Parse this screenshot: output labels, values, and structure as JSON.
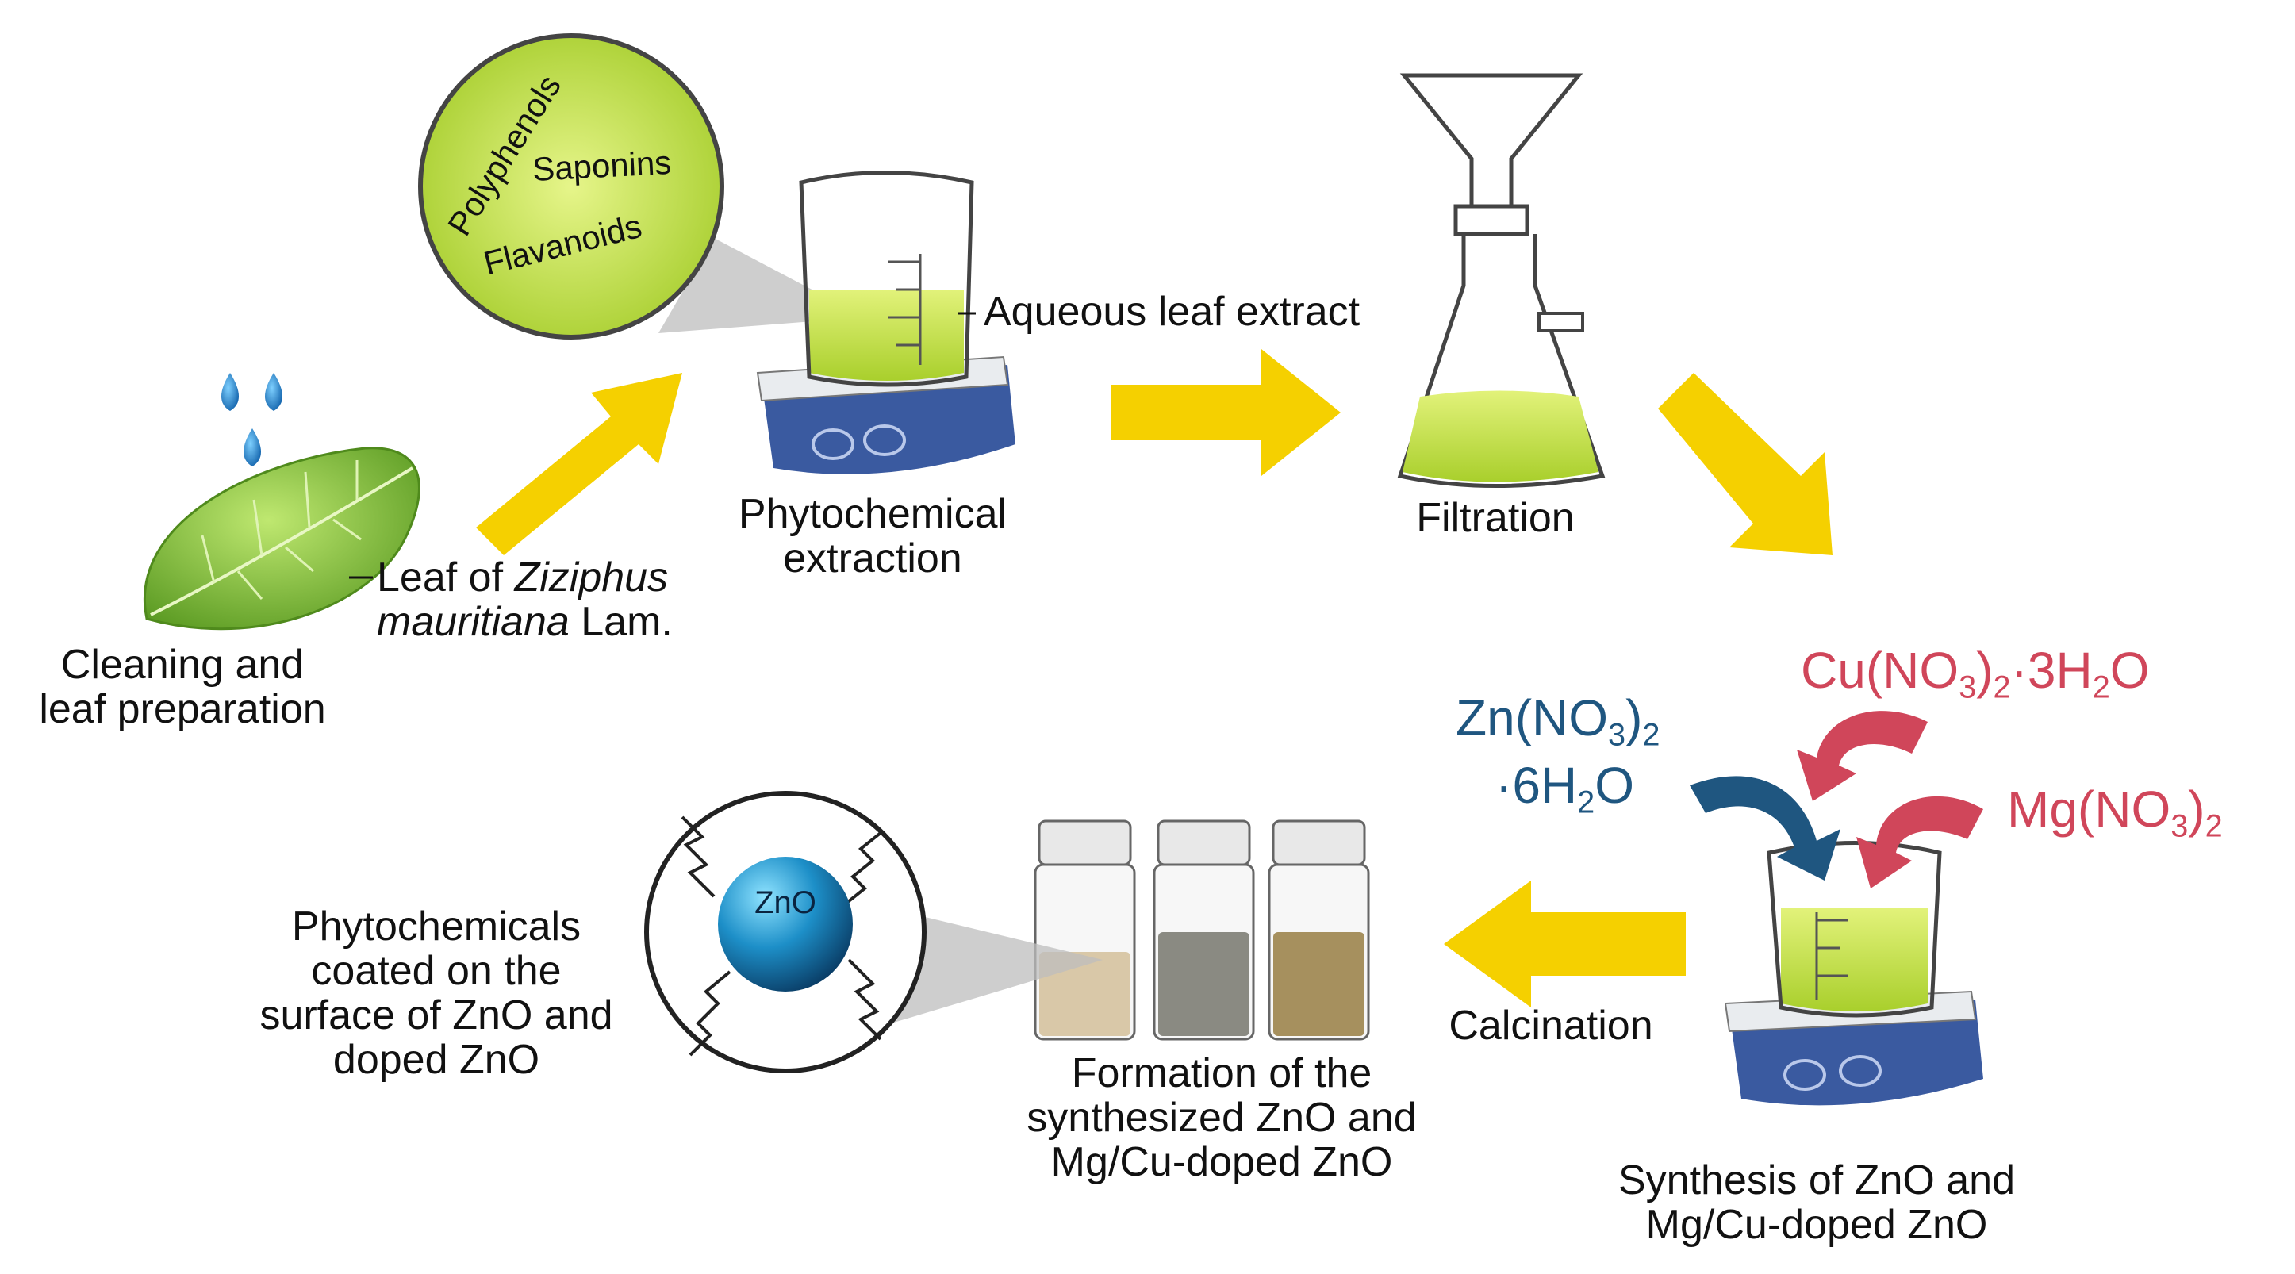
{
  "colors": {
    "arrow": "#f5d000",
    "liquid": "#c9e55a",
    "zn_blue": "#1f5680",
    "mg_cu_red": "#d0465a",
    "stirrer": "#3a5aa0"
  },
  "steps": {
    "cleaning": {
      "line1": "Cleaning and",
      "line2": "leaf preparation"
    },
    "leaf_label": {
      "prefix": "Leaf of ",
      "species": "Ziziphus",
      "species2": "mauritiana",
      "suffix": " Lam."
    },
    "extraction": {
      "line1": "Phytochemical",
      "line2": "extraction"
    },
    "extract_label": "Aqueous leaf extract",
    "filtration": "Filtration",
    "synthesis": {
      "line1": "Synthesis of ZnO and",
      "line2": "Mg/Cu-doped ZnO"
    },
    "calcination": "Calcination",
    "formation": {
      "line1": "Formation of the",
      "line2": "synthesized ZnO and",
      "line3": "Mg/Cu-doped ZnO"
    },
    "coated": {
      "line1": "Phytochemicals",
      "line2": "coated on the",
      "line3": "surface of ZnO and",
      "line4": "doped ZnO"
    }
  },
  "phytochemicals": [
    "Polyphenols",
    "Saponins",
    "Flavanoids"
  ],
  "reagents": {
    "zn_a": "Zn(NO",
    "zn_sub3": "3",
    "zn_b": ")",
    "zn_sub2": "2",
    "zn_line2a": "·6H",
    "zn_line2sub": "2",
    "zn_line2b": "O",
    "cu_a": "Cu(NO",
    "cu_sub3": "3",
    "cu_b": ")",
    "cu_sub2": "2",
    "cu_c": "·3H",
    "cu_sub2b": "2",
    "cu_d": "O",
    "mg_a": "Mg(NO",
    "mg_sub3": "3",
    "mg_b": ")",
    "mg_sub2": "2"
  },
  "particle_label": "ZnO"
}
